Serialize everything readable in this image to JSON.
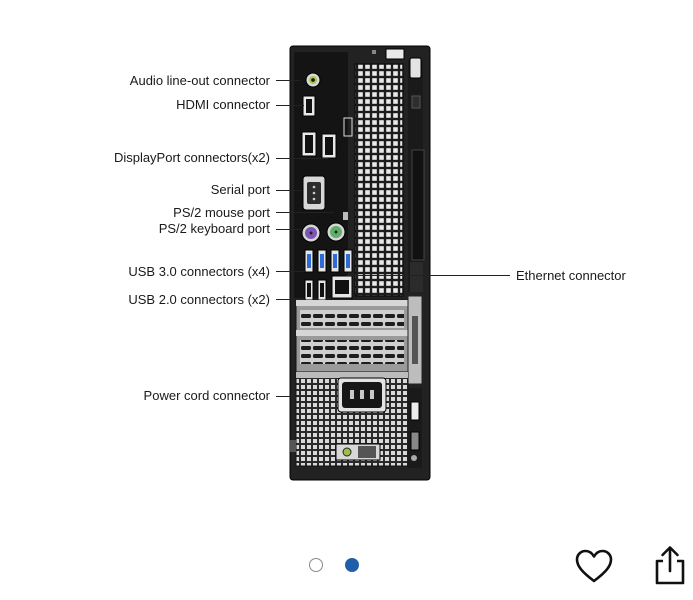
{
  "callouts": {
    "left": [
      {
        "id": "audio",
        "text": "Audio line-out connector"
      },
      {
        "id": "hdmi",
        "text": "HDMI connector"
      },
      {
        "id": "dp",
        "text": "DisplayPort connectors(x2)"
      },
      {
        "id": "serial",
        "text": "Serial port"
      },
      {
        "id": "ps2mouse",
        "text": "PS/2 mouse port"
      },
      {
        "id": "ps2kb",
        "text": "PS/2 keyboard port"
      },
      {
        "id": "usb3",
        "text": "USB 3.0 connectors (x4)"
      },
      {
        "id": "usb2",
        "text": "USB 2.0 connectors (x2)"
      },
      {
        "id": "power",
        "text": "Power cord connector"
      }
    ],
    "right": [
      {
        "id": "ethernet",
        "text": "Ethernet connector"
      }
    ]
  },
  "carousel": {
    "count": 2,
    "active_index": 1,
    "active_color": "#1f5ea8"
  },
  "actions": {
    "favorite_icon": "heart-icon",
    "share_icon": "share-icon"
  }
}
